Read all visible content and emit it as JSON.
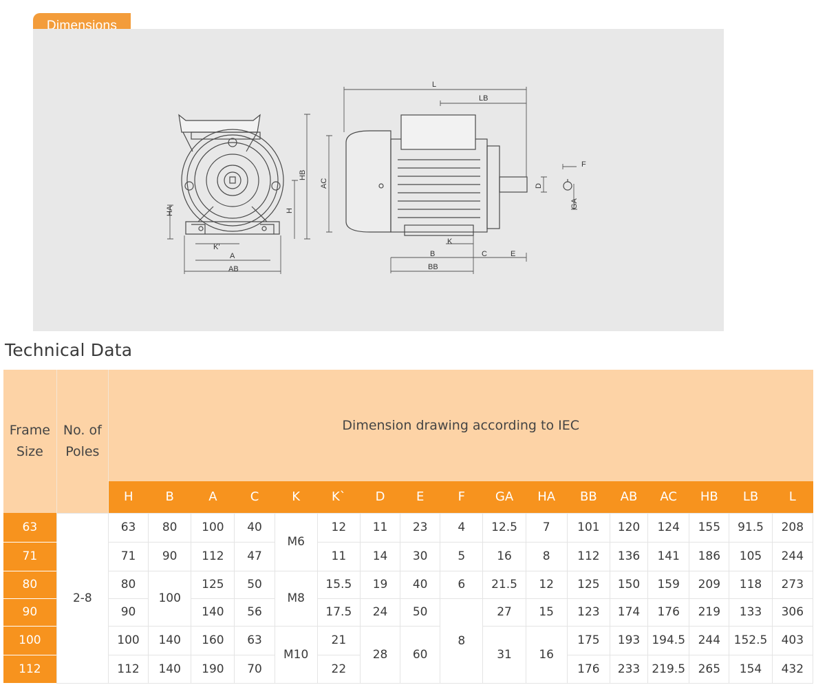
{
  "dimensions_tab": "Dimensions",
  "drawing_labels": {
    "front": [
      "HA",
      "H",
      "HB",
      "K'",
      "A",
      "AB"
    ],
    "side": [
      "L",
      "LB",
      "AC",
      "D",
      "F",
      "GA",
      "K",
      "B",
      "BB",
      "C",
      "E"
    ]
  },
  "section_title": "Technical Data",
  "table": {
    "frame_size_header": "Frame Size",
    "poles_header": "No. of Poles",
    "group_header": "Dimension drawing according to IEC",
    "columns": [
      "H",
      "B",
      "A",
      "C",
      "K",
      "K`",
      "D",
      "E",
      "F",
      "GA",
      "HA",
      "BB",
      "AB",
      "AC",
      "HB",
      "LB",
      "L"
    ],
    "poles_value": "2-8",
    "frames": [
      "63",
      "71",
      "80",
      "90",
      "100",
      "112"
    ],
    "H": [
      "63",
      "71",
      "80",
      "90",
      "100",
      "112"
    ],
    "B": [
      "80",
      "90",
      "100",
      "140",
      "140"
    ],
    "A": [
      "100",
      "112",
      "125",
      "140",
      "160",
      "190"
    ],
    "C": [
      "40",
      "47",
      "50",
      "56",
      "63",
      "70"
    ],
    "K": [
      "M6",
      "M8",
      "M10"
    ],
    "K_prime": [
      "12",
      "11",
      "15.5",
      "17.5",
      "21",
      "22"
    ],
    "D": [
      "11",
      "14",
      "19",
      "24",
      "28"
    ],
    "E": [
      "23",
      "30",
      "40",
      "50",
      "60"
    ],
    "F": [
      "4",
      "5",
      "6",
      "8"
    ],
    "GA": [
      "12.5",
      "16",
      "21.5",
      "27",
      "31"
    ],
    "HA": [
      "7",
      "8",
      "12",
      "15",
      "16"
    ],
    "BB": [
      "101",
      "112",
      "125",
      "123",
      "175",
      "176"
    ],
    "AB": [
      "120",
      "136",
      "150",
      "174",
      "193",
      "233"
    ],
    "AC": [
      "124",
      "141",
      "159",
      "176",
      "194.5",
      "219.5"
    ],
    "HB": [
      "155",
      "186",
      "209",
      "219",
      "244",
      "265"
    ],
    "LB": [
      "91.5",
      "105",
      "118",
      "133",
      "152.5",
      "154"
    ],
    "L": [
      "208",
      "244",
      "273",
      "306",
      "403",
      "432"
    ]
  }
}
